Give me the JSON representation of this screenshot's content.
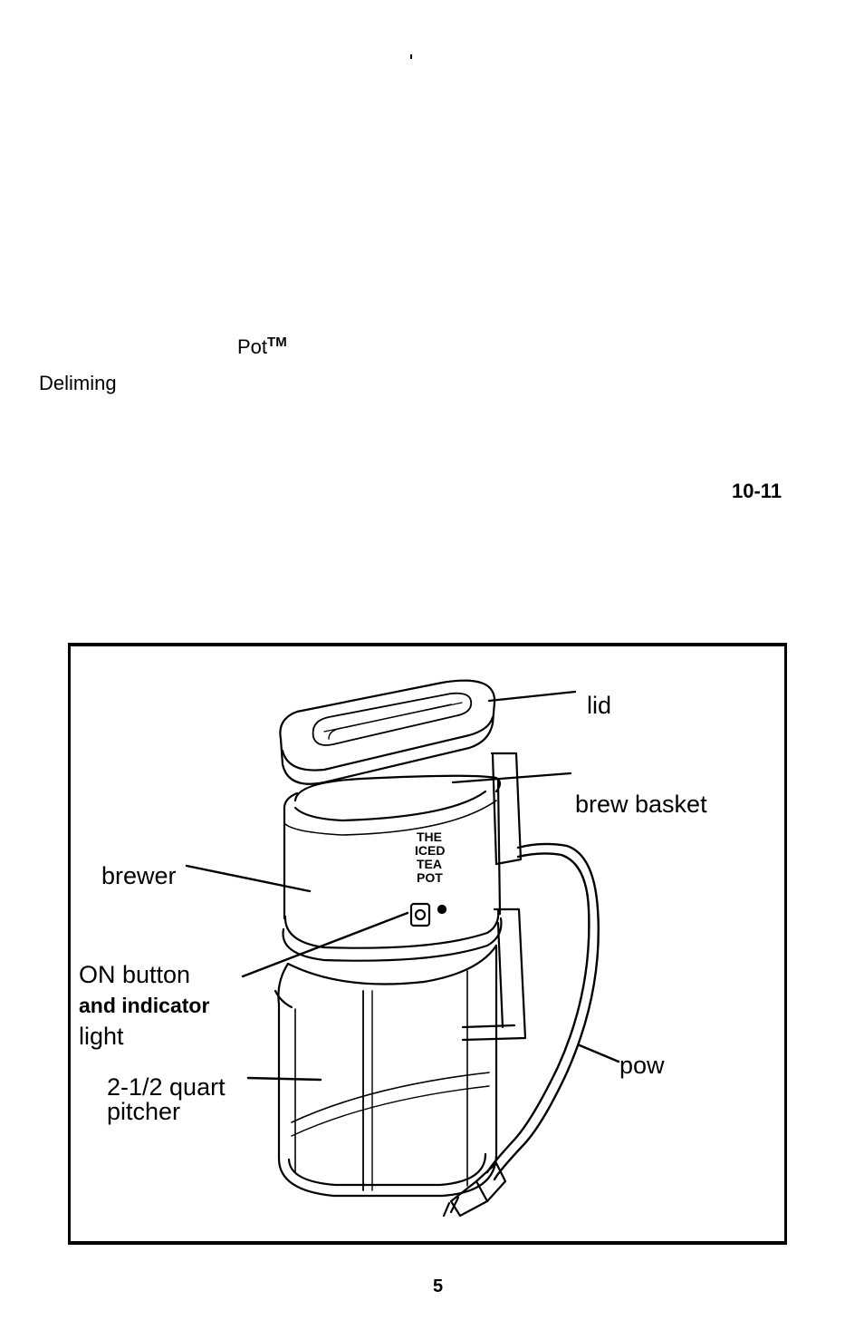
{
  "fragments": {
    "pot": "Pot",
    "trademark": "TM",
    "deliming": "Deliming",
    "page_range": "10-11"
  },
  "figure": {
    "product_text": [
      "THE",
      "ICED",
      "TEA",
      "POT"
    ],
    "labels": {
      "lid": "lid",
      "brew_basket": "brew basket",
      "brewer": "brewer",
      "on_button_line1": "ON button",
      "on_button_line2": "and indicator",
      "on_button_line3": "light",
      "pitcher_line1": "2-1/2 quart",
      "pitcher_line2": "pitcher",
      "power_cord": "pow"
    }
  },
  "footer": {
    "page_number": "5"
  }
}
